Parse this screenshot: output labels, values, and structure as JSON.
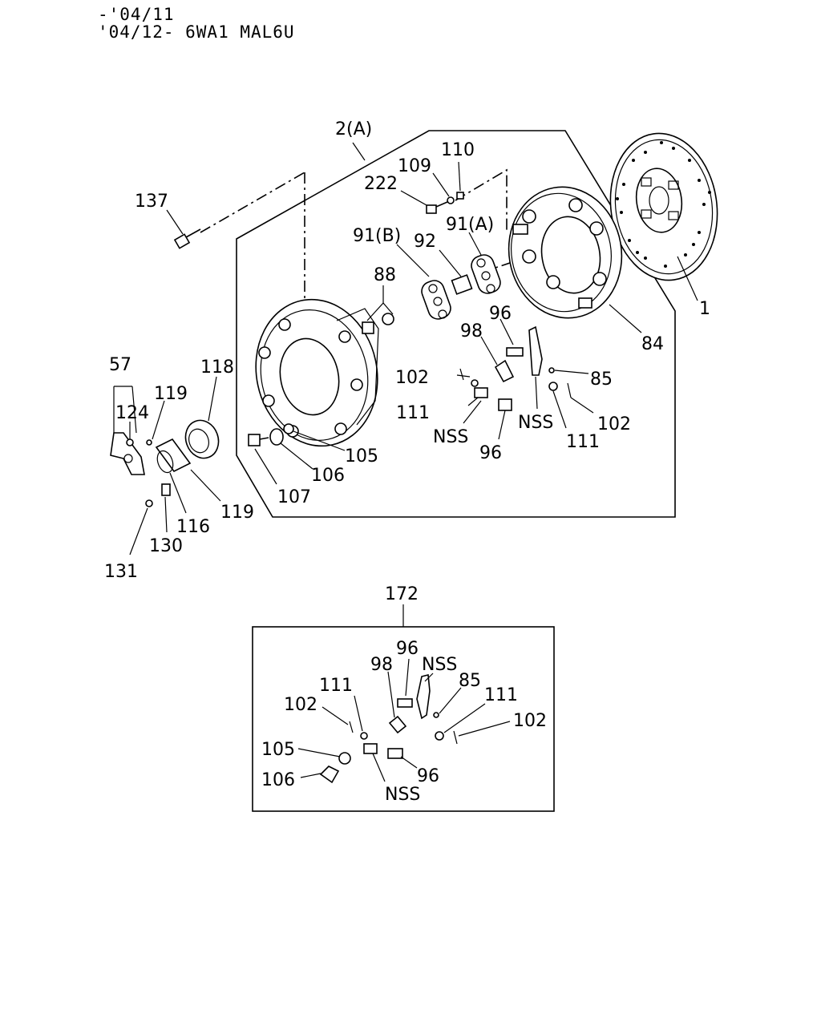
{
  "header": {
    "line1": "-'04/11",
    "line2": "'04/12- 6WA1 MAL6U"
  },
  "labels": {
    "l_2a": "2(A)",
    "l_110": "110",
    "l_109": "109",
    "l_222": "222",
    "l_137": "137",
    "l_91b": "91(B)",
    "l_92": "92",
    "l_91a": "91(A)",
    "l_88": "88",
    "l_1": "1",
    "l_84": "84",
    "l_96a": "96",
    "l_98a": "98",
    "l_102a": "102",
    "l_85a": "85",
    "l_111a": "111",
    "l_nssa": "NSS",
    "l_nssb": "NSS",
    "l_102b": "102",
    "l_111b": "111",
    "l_96b": "96",
    "l_57": "57",
    "l_124": "124",
    "l_119a": "119",
    "l_118": "118",
    "l_105a": "105",
    "l_106a": "106",
    "l_107": "107",
    "l_119b": "119",
    "l_116": "116",
    "l_130": "130",
    "l_131": "131",
    "l_172": "172",
    "l_96c": "96",
    "l_nssc": "NSS",
    "l_98b": "98",
    "l_111c": "111",
    "l_85b": "85",
    "l_102c": "102",
    "l_111d": "111",
    "l_102d": "102",
    "l_105b": "105",
    "l_106b": "106",
    "l_96d": "96",
    "l_nssd": "NSS"
  }
}
